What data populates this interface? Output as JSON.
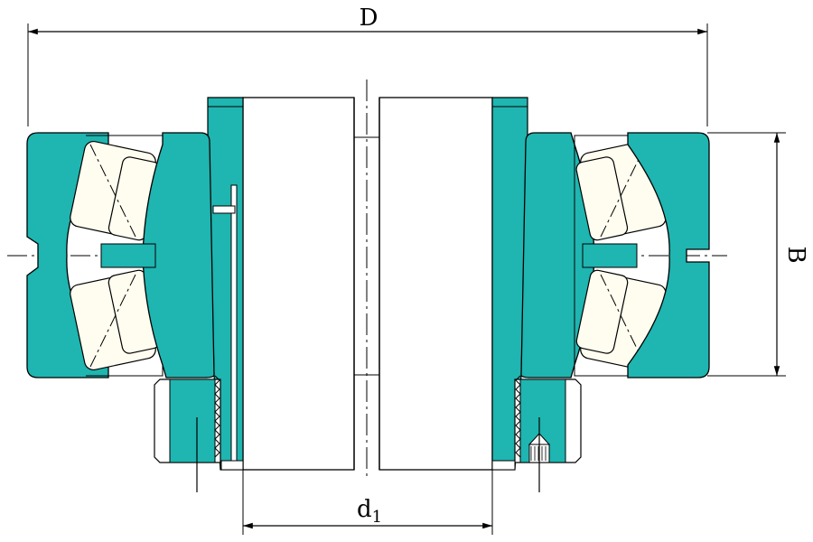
{
  "dimensions": {
    "outer_diameter": "D",
    "width": "B",
    "bore_main": "d",
    "bore_sub": "1"
  },
  "colors": {
    "ring": "#1fb5b0",
    "ring_dark": "#0f8a86",
    "roller": "#fffdf0",
    "line": "#000000",
    "background": "#ffffff"
  }
}
